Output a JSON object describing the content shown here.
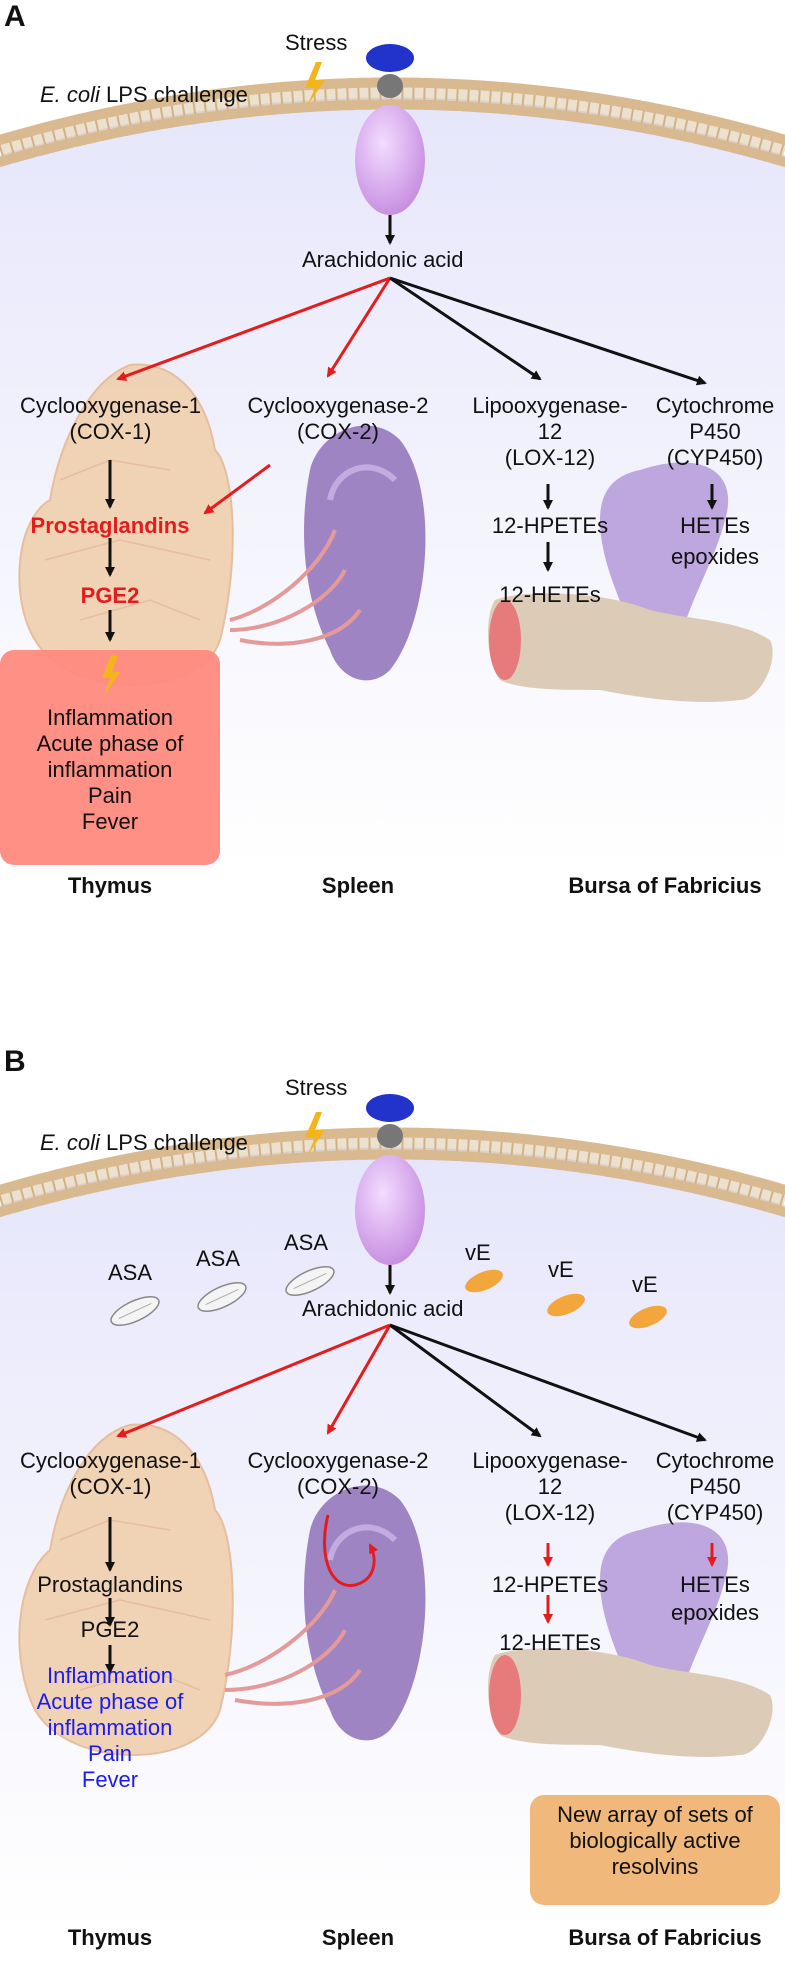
{
  "panel_a": {
    "letter": "A",
    "stress": "Stress",
    "lps_prefix": "E. coli",
    "lps_suffix": " LPS challenge",
    "arachidonic": "Arachidonic acid",
    "cox1": [
      "Cyclooxygenase-1",
      "(COX-1)"
    ],
    "cox2": [
      "Cyclooxygenase-2",
      "(COX-2)"
    ],
    "lox12": [
      "Lipooxygenase-",
      "12",
      "(LOX-12)"
    ],
    "cyp450": [
      "Cytochrome",
      "P450",
      "(CYP450)"
    ],
    "prostaglandins": "Prostaglandins",
    "pge2": "PGE2",
    "hpetes": "12-HPETEs",
    "hetes12": "12-HETEs",
    "hetes": "HETEs",
    "epoxides": "epoxides",
    "effects": [
      "Inflammation",
      "Acute phase of",
      "inflammation",
      "Pain",
      "Fever"
    ],
    "thymus": "Thymus",
    "spleen": "Spleen",
    "bursa": "Bursa of Fabricius"
  },
  "panel_b": {
    "letter": "B",
    "stress": "Stress",
    "lps_prefix": "E. coli",
    "lps_suffix": " LPS challenge",
    "asa": [
      "ASA",
      "ASA",
      "ASA"
    ],
    "ve": [
      "vE",
      "vE",
      "vE"
    ],
    "arachidonic": "Arachidonic acid",
    "cox1": [
      "Cyclooxygenase-1",
      "(COX-1)"
    ],
    "cox2": [
      "Cyclooxygenase-2",
      "(COX-2)"
    ],
    "lox12": [
      "Lipooxygenase-",
      "12",
      "(LOX-12)"
    ],
    "cyp450": [
      "Cytochrome",
      "P450",
      "(CYP450)"
    ],
    "prostaglandins": "Prostaglandins",
    "pge2": "PGE2",
    "hpetes": "12-HPETEs",
    "hetes12": "12-HETEs",
    "hetes": "HETEs",
    "epoxides": "epoxides",
    "effects": [
      "Inflammation",
      "Acute phase of",
      "inflammation",
      "Pain",
      "Fever"
    ],
    "resolvins": [
      "New array of sets of",
      "biologically active",
      "resolvins"
    ],
    "thymus": "Thymus",
    "spleen": "Spleen",
    "bursa": "Bursa of Fabricius"
  },
  "colors": {
    "red_arrow": "#e51c1c",
    "black_arrow": "#111111",
    "inflammation_box": "#ff8a80",
    "resolvins_box": "#f0b87a",
    "blue_text": "#1b1bf0",
    "membrane": "#d8b990",
    "receptor_body": "#d9a6ef",
    "receptor_cap": "#2233cc"
  }
}
